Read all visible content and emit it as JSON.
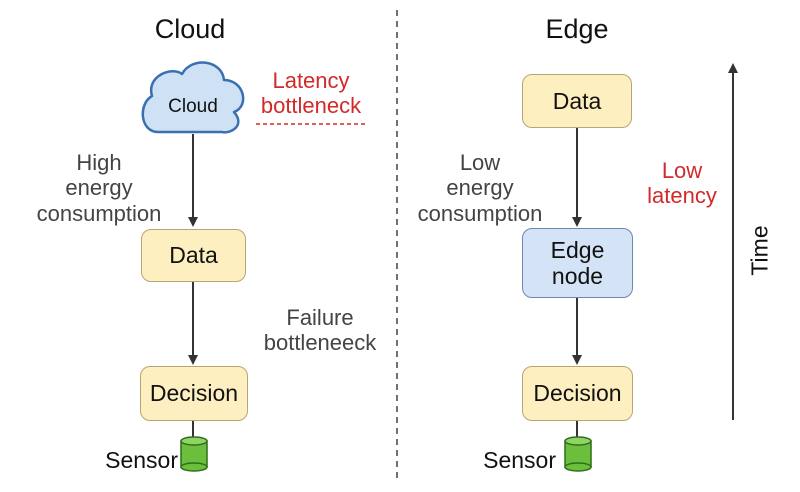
{
  "cloud_side": {
    "title": "Cloud",
    "cloud_label": "Cloud",
    "latency_note": "Latency\nbottleneck",
    "energy_note": "High\nenergy\nconsumption",
    "data_label": "Data",
    "failure_note": "Failure\nbottleneeck",
    "decision_label": "Decision",
    "sensor_label": "Sensor"
  },
  "edge_side": {
    "title": "Edge",
    "data_label": "Data",
    "energy_note": "Low\nenergy\nconsumption",
    "latency_note": "Low\nlatency",
    "edge_node_label": "Edge\nnode",
    "decision_label": "Decision",
    "sensor_label": "Sensor"
  },
  "time_axis": {
    "label": "Time"
  },
  "colors": {
    "box_yellow": "#fdefbf",
    "box_blue": "#d4e3f6",
    "cloud_fill": "#cfe1f5",
    "cloud_stroke": "#3a6fb0",
    "sensor_green": "#6cbf3d",
    "accent_red": "#d22a2a"
  }
}
